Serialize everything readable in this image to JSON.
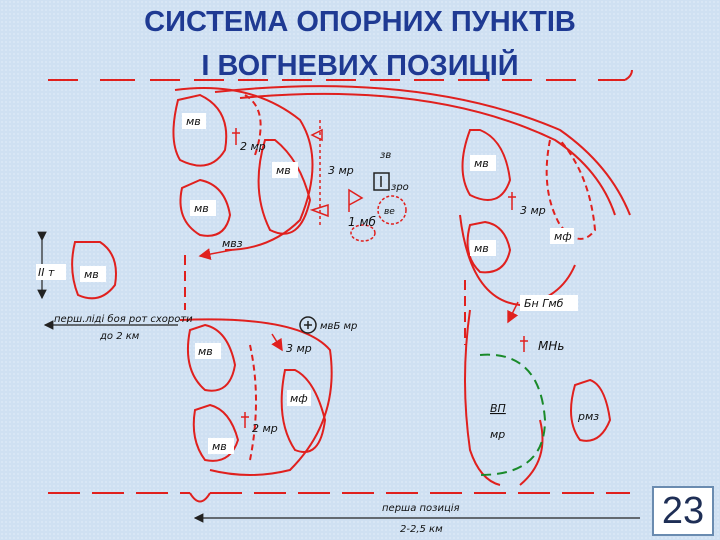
{
  "title": {
    "line1": "СИСТЕМА ОПОРНИХ ПУНКТІВ",
    "line2": "І ВОГНЕВИХ ПОЗИЦІЙ"
  },
  "labels": {
    "mv1": "мв",
    "mp2": "2 мр",
    "mv2": "мв",
    "mp3a": "3 мр",
    "zv": "зв",
    "zro": "зро",
    "mv3": "мв",
    "one_mb": "1 мб",
    "we": "ве",
    "mv_right": "мв",
    "mp3b": "3 мр",
    "mf1": "мф",
    "mv4": "мв",
    "mv5": "мв",
    "mvz": "мвз",
    "ii_t": "ІІ т",
    "mv6": "мв",
    "enemy_from": "перш.ліді боя рот схороти",
    "to_2km": "до 2 км",
    "mv_center": "мвБ мр",
    "bng": "Бн Гмб",
    "mnb": "МНь",
    "mv7": "мв",
    "mp3c": "3 мр",
    "mf2": "мф",
    "mp2b": "2 мр",
    "mv8": "мв",
    "vp": "ВП",
    "mp_r": "мр",
    "pmz": "рмз",
    "first_position": "перша позиція",
    "distance": "2-2,5 км"
  },
  "colors": {
    "line": "#e0201e",
    "green": "#1a8a2a",
    "arrow": "#222222",
    "title": "#1f3a93"
  },
  "slide_number": "23"
}
